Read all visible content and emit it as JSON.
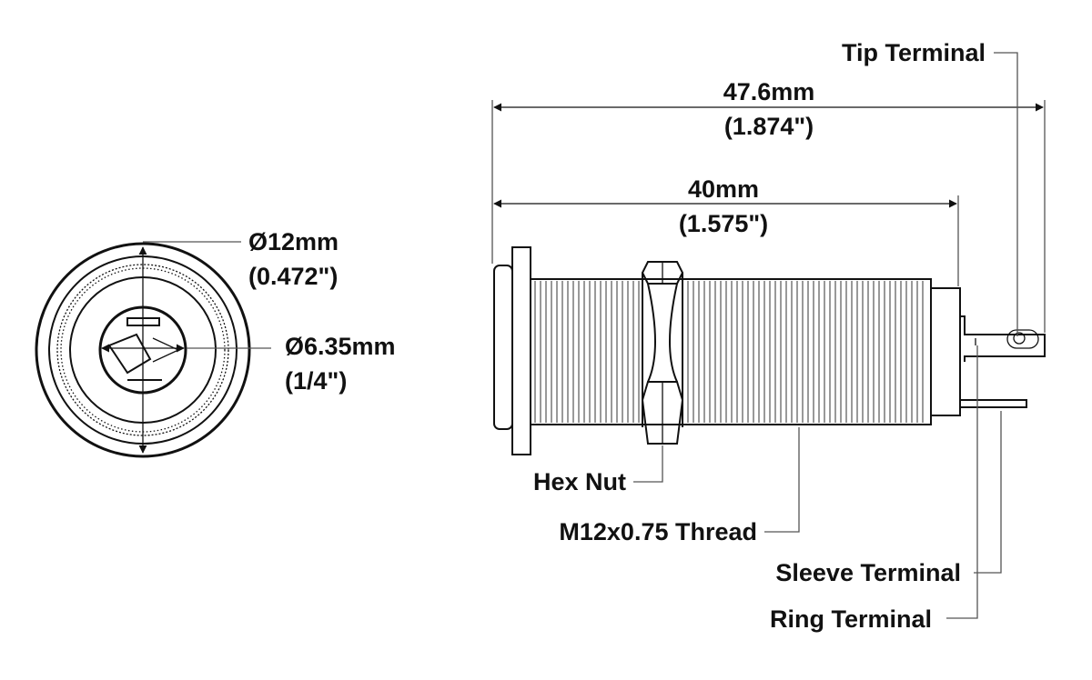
{
  "front_view": {
    "outer_diameter": {
      "mm": "Ø12mm",
      "inch": "(0.472\")"
    },
    "plug_diameter": {
      "mm": "Ø6.35mm",
      "inch": "(1/4\")"
    }
  },
  "side_view": {
    "overall_length": {
      "mm": "47.6mm",
      "inch": "(1.874\")"
    },
    "body_length": {
      "mm": "40mm",
      "inch": "(1.575\")"
    },
    "callouts": {
      "tip_terminal": "Tip Terminal",
      "hex_nut": "Hex Nut",
      "thread": "M12x0.75 Thread",
      "sleeve_terminal": "Sleeve Terminal",
      "ring_terminal": "Ring Terminal"
    }
  },
  "colors": {
    "line": "#111111",
    "leader": "#555555",
    "background": "#ffffff"
  }
}
